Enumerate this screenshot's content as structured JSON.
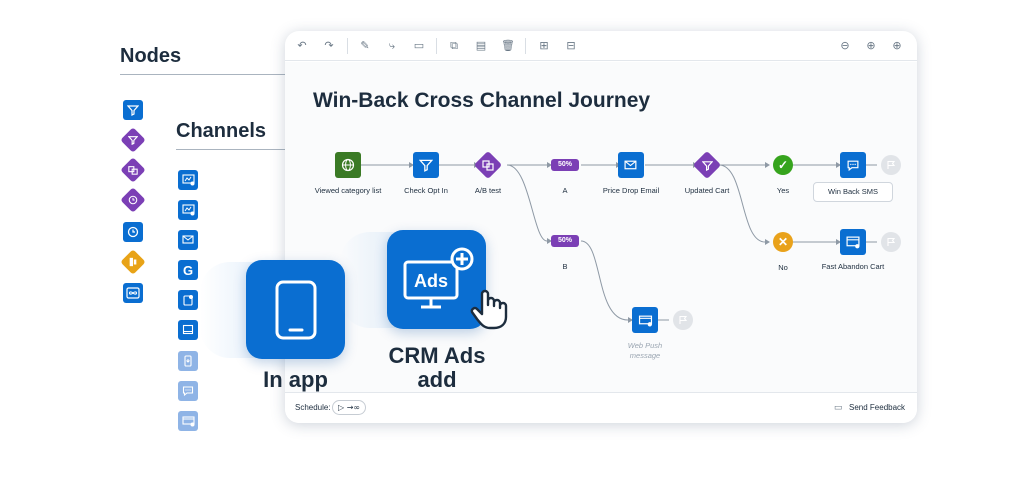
{
  "headings": {
    "nodes": "Nodes",
    "channels": "Channels"
  },
  "node_palette": [
    {
      "icon": "filter-icon"
    },
    {
      "icon": "filter-diamond-icon",
      "color": "#7b3fb5"
    },
    {
      "icon": "split-diamond-icon",
      "color": "#7b3fb5"
    },
    {
      "icon": "clock-diamond-icon",
      "color": "#7b3fb5"
    },
    {
      "icon": "clock-icon"
    },
    {
      "icon": "branch-diamond-icon",
      "color": "#e8a317"
    },
    {
      "icon": "infinity-icon"
    }
  ],
  "channel_palette": [
    {
      "icon": "web-ads-icon"
    },
    {
      "icon": "web-ads-alt-icon"
    },
    {
      "icon": "email-icon"
    },
    {
      "icon": "google-icon"
    },
    {
      "icon": "in-app-icon"
    },
    {
      "icon": "display-icon"
    },
    {
      "icon": "mobile-push-icon"
    },
    {
      "icon": "sms-icon"
    },
    {
      "icon": "web-push-icon"
    }
  ],
  "window": {
    "title": "Win-Back Cross Channel Journey",
    "toolbar": [
      "undo-icon",
      "redo-icon",
      "pencil-icon",
      "connector-icon",
      "comment-icon",
      "copy-icon",
      "paste-icon",
      "delete-icon",
      "layout-horizontal-icon",
      "layout-vertical-icon",
      "zoom-fit-icon",
      "zoom-in-icon",
      "zoom-out-icon"
    ],
    "footer": {
      "schedule_label": "Schedule:",
      "schedule_value": "▷ →∞",
      "feedback_label": "Send Feedback"
    }
  },
  "flow": {
    "nodes": {
      "viewed": {
        "label": "Viewed category list",
        "icon": "globe-icon"
      },
      "checkopt": {
        "label": "Check Opt In",
        "icon": "filter-icon"
      },
      "abtest": {
        "label": "A/B test",
        "icon": "split-icon"
      },
      "branch_a": {
        "label": "A",
        "pct": "50%"
      },
      "branch_b": {
        "label": "B",
        "pct": "50%"
      },
      "pricedrop": {
        "label": "Price Drop Email",
        "icon": "email-icon"
      },
      "updatedcart": {
        "label": "Updated Cart",
        "icon": "filter-icon"
      },
      "yes": {
        "label": "Yes",
        "icon": "check-icon",
        "color": "#36a41d"
      },
      "no": {
        "label": "No",
        "icon": "cross-icon",
        "color": "#e9a21b"
      },
      "winback": {
        "label": "Win Back SMS",
        "icon": "sms-icon"
      },
      "fastabandon": {
        "label": "Fast Abandon Cart",
        "icon": "web-ads-icon"
      },
      "webpush": {
        "label": "Web Push message",
        "icon": "web-push-icon"
      }
    }
  },
  "tiles": {
    "inapp": {
      "label": "In app",
      "icon": "tablet-icon"
    },
    "crmads": {
      "label": "CRM Ads add",
      "icon_text": "Ads",
      "icon": "ads-monitor-icon"
    }
  },
  "colors": {
    "accent": "#0a6ed1",
    "purple": "#7b3fb5",
    "success": "#36a41d",
    "warning": "#e9a21b",
    "text": "#1d2d3e"
  }
}
